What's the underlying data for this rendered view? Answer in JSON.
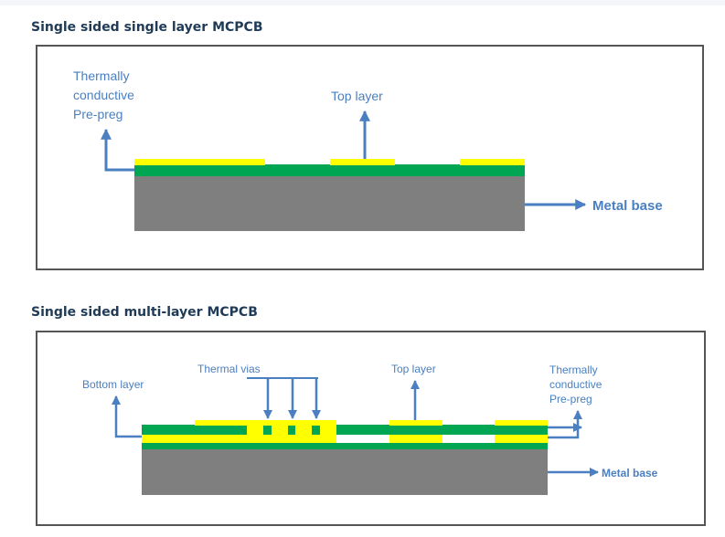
{
  "diagram1": {
    "title": "Single sided single layer MCPCB",
    "label_prepreg": [
      "Thermally",
      "conductive",
      "Pre-preg"
    ],
    "label_top": "Top layer",
    "label_metal": "Metal base"
  },
  "diagram2": {
    "title": "Single sided multi-layer MCPCB",
    "label_bottom": "Bottom layer",
    "label_vias": "Thermal vias",
    "label_top": "Top layer",
    "label_prepreg": [
      "Thermally",
      "conductive",
      "Pre-preg"
    ],
    "label_metal": "Metal base"
  },
  "colors": {
    "copper": "#ffff00",
    "dielectric": "#00a651",
    "metal": "#7f7f7f",
    "arrow": "#4a7fc1",
    "frame": "#555555"
  }
}
